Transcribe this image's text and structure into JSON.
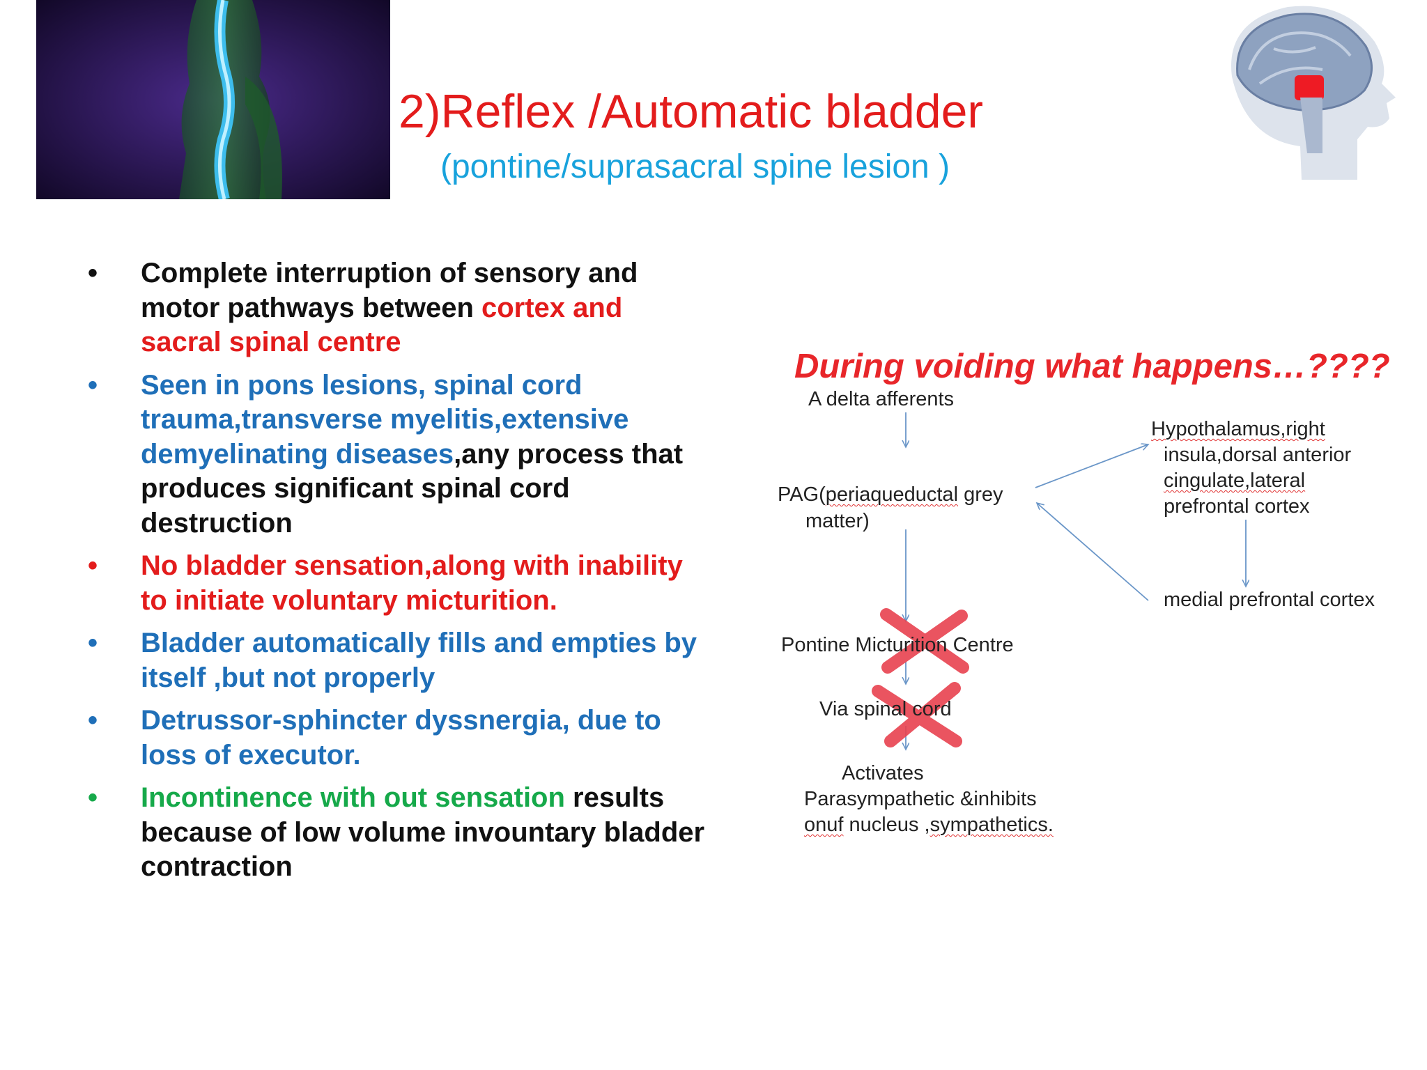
{
  "colors": {
    "red": "#e31c1c",
    "blue": "#1f6fb8",
    "cyan": "#18a2dc",
    "green": "#16a94a",
    "black": "#111111",
    "heading_red": "#e8262a",
    "arrow": "#6a96c8",
    "cross": "#e8424f"
  },
  "title": "2)Reflex /Automatic bladder",
  "subtitle": "(pontine/suprasacral spine lesion )",
  "bullets": [
    {
      "color": "black",
      "parts": [
        {
          "text": "Complete interruption of sensory and motor pathways between ",
          "color": "black"
        },
        {
          "text": "cortex and sacral spinal centre",
          "color": "red"
        }
      ]
    },
    {
      "color": "blue",
      "parts": [
        {
          "text": "Seen in pons lesions, spinal cord trauma,transverse myelitis,extensive demyelinating diseases",
          "color": "blue"
        },
        {
          "text": ",any process that produces significant spinal cord destruction",
          "color": "black"
        }
      ]
    },
    {
      "color": "red",
      "parts": [
        {
          "text": "No bladder sensation,along with inability to initiate voluntary micturition.",
          "color": "red"
        }
      ]
    },
    {
      "color": "blue",
      "parts": [
        {
          "text": "Bladder automatically fills and empties by itself ,but not properly",
          "color": "blue"
        }
      ]
    },
    {
      "color": "blue",
      "parts": [
        {
          "text": "Detrussor-sphincter dyssnergia, due to loss of executor.",
          "color": "blue"
        }
      ]
    },
    {
      "color": "green",
      "parts": [
        {
          "text": "Incontinence with out sensation",
          "color": "green"
        },
        {
          "text": " results  because of low volume invountary bladder contraction",
          "color": "black"
        }
      ]
    }
  ],
  "diagram": {
    "heading": "During voiding what happens…????",
    "a_delta": "A delta afferents",
    "pag_line1_a": "PAG(",
    "pag_line1_b": "periaqueductal",
    "pag_line1_c": " grey",
    "pag_line2": "matter)",
    "hypo_line1": "Hypothalamus,right",
    "hypo_line2": "insula,dorsal anterior",
    "hypo_line3": "cingulate,lateral",
    "hypo_line4": "prefrontal cortex",
    "medial": "medial prefrontal cortex",
    "pmc": "Pontine Micturition Centre",
    "spinal": "Via spinal cord",
    "act_line1": "Activates",
    "act_line2": "Parasympathetic &inhibits",
    "act_line3_a": "onuf",
    "act_line3_b": " nucleus ,",
    "act_line3_c": "sympathetics."
  }
}
